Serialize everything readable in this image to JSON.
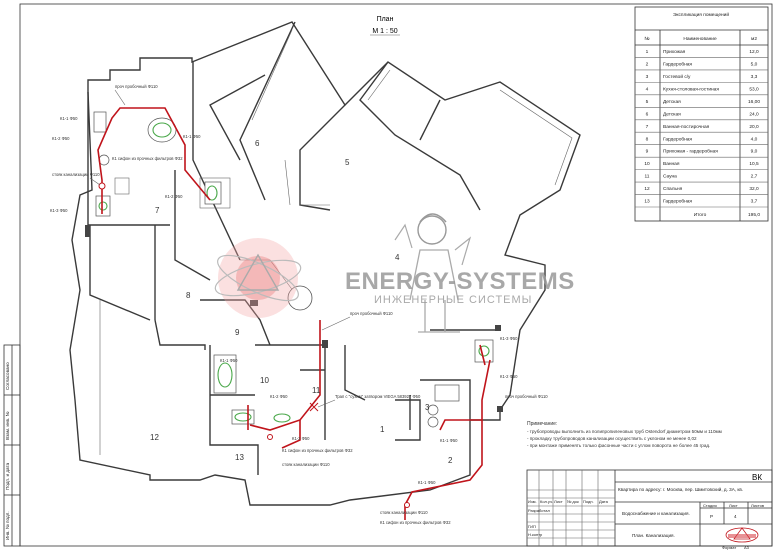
{
  "plan": {
    "title": "План",
    "scale": "М 1 : 50"
  },
  "explication": {
    "heading": "Экспликация помещений",
    "headers": [
      "№",
      "Наименование",
      "м2"
    ],
    "rows": [
      [
        "1",
        "Прихожая",
        "12,0"
      ],
      [
        "2",
        "Гардеробная",
        "5,0"
      ],
      [
        "3",
        "Гостевой с/у",
        "3,3"
      ],
      [
        "4",
        "Кухня-столовая-гостиная",
        "53,0"
      ],
      [
        "5",
        "Детская",
        "16,00"
      ],
      [
        "6",
        "Детская",
        "24,0"
      ],
      [
        "7",
        "Ванная-постирочная",
        "20,0"
      ],
      [
        "8",
        "Гардеробная",
        "4,0"
      ],
      [
        "9",
        "Прихожая - гардеробная",
        "9,0"
      ],
      [
        "10",
        "Ванная",
        "10,5"
      ],
      [
        "11",
        "Сауна",
        "2,7"
      ],
      [
        "12",
        "Спальня",
        "32,0"
      ],
      [
        "13",
        "Гардеробная",
        "3,7"
      ]
    ],
    "total_label": "Итого",
    "total_value": "195,0"
  },
  "rooms": [
    "1",
    "2",
    "3",
    "4",
    "5",
    "6",
    "7",
    "8",
    "9",
    "10",
    "11",
    "12",
    "13"
  ],
  "labels": {
    "riser_top": "стояк канализации Ф110",
    "floor_drain": "Трап с \"сухим\" затвором VIEGA 583927 Ф50",
    "kl1": "К1-1 Ф50",
    "kl2": "К1-2 Ф50",
    "kl3": "К1-3 Ф50",
    "siphon": "К1 сифон из прочных фильтров Ф32",
    "revision": "проч пробочный Ф110"
  },
  "notes": {
    "heading": "Примечание:",
    "lines": [
      "- трубопроводы выполнить из полипропиленовых труб Ostendorf диаметром 50мм и 110мм",
      "- прокладку трубопроводов канализации осуществить с уклоном не менее 0,02",
      "- при монтаже применять только фасонные части с углом поворота не более 45 град."
    ]
  },
  "watermark": {
    "brand": "ENERGY-SYSTEMS",
    "tagline": "ИНЖЕНЕРНЫЕ СИСТЕМЫ"
  },
  "title_block": {
    "code": "ВК",
    "address": "Квартира по адресу: г. Москва, пер. Шмитовский, д. 3А, кв.",
    "section": "Водоснабжение и канализация.",
    "sheet_title": "План. Канализация.",
    "stage_label": "Стадия",
    "sheet_label": "Лист",
    "sheets_label": "Листов",
    "stage": "Р",
    "sheet": "4",
    "format_label": "Формат",
    "format": "А3",
    "col_headers": [
      "Изм.",
      "Кол.уч.",
      "Лист",
      "№ док",
      "Подп.",
      "Дата"
    ],
    "roles": [
      "Разработал",
      "ГИП",
      "Н.контр"
    ],
    "side_cells": [
      "Согласовано",
      "Взам. инв. №",
      "Подп. и дата",
      "Инв. № подл."
    ]
  }
}
